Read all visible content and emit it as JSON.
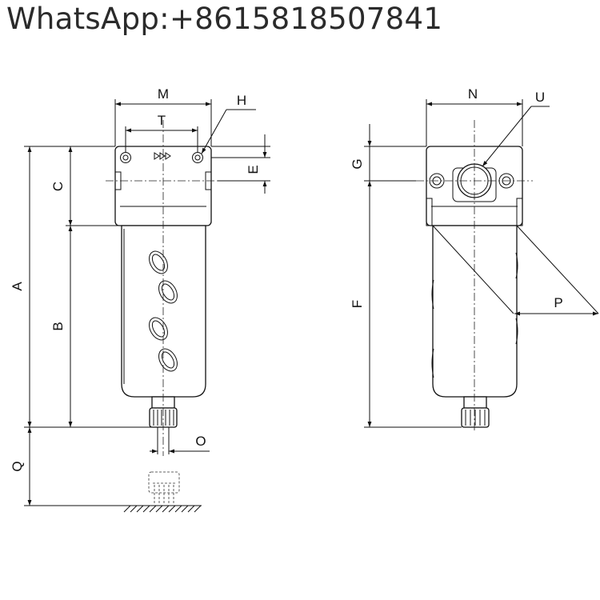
{
  "header": {
    "contact_text": "WhatsApp:+8615818507841"
  },
  "labels": {
    "M": "M",
    "T": "T",
    "H": "H",
    "C": "C",
    "E": "E",
    "A": "A",
    "B": "B",
    "O": "O",
    "Q": "Q",
    "N": "N",
    "U": "U",
    "G": "G",
    "F": "F",
    "P": "P"
  },
  "colors": {
    "line": "#111111",
    "text": "#2b2b2b",
    "background": "#ffffff"
  }
}
